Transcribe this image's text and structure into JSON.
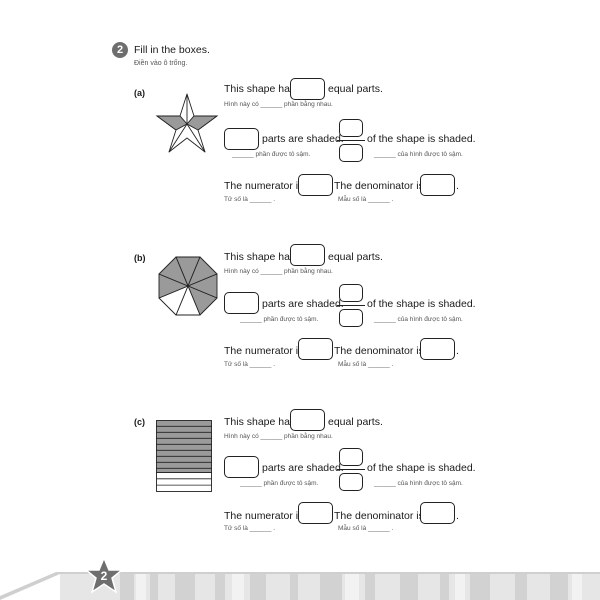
{
  "question": {
    "number": "2",
    "title": "Fill in the boxes.",
    "subtitle": "Điền vào ô trống."
  },
  "labels": {
    "shape_has": "This shape has",
    "equal_parts": "equal parts.",
    "shape_has_vi": "Hình này có",
    "equal_parts_vi": "phần bằng nhau.",
    "parts_shaded": "parts are shaded.",
    "parts_shaded_vi": "phần được tô sậm.",
    "of_shape_shaded": "of the shape is shaded.",
    "of_shape_shaded_vi": "của hình được tô sậm.",
    "numerator_is": "The numerator is",
    "numerator_vi": "Tử số là",
    "denominator_is": "The denominator is",
    "denominator_vi": "Mẫu số là",
    "blank": "______",
    "dot": "."
  },
  "parts": [
    {
      "label": "(a)",
      "shape": "star"
    },
    {
      "label": "(b)",
      "shape": "octagon"
    },
    {
      "label": "(c)",
      "shape": "rectangle-strips"
    }
  ],
  "footer": {
    "page_number": "2"
  },
  "colors": {
    "shade": "#9a9a9a",
    "circle": "#6e6e6e",
    "footer_gray": "#d9d9d9"
  }
}
